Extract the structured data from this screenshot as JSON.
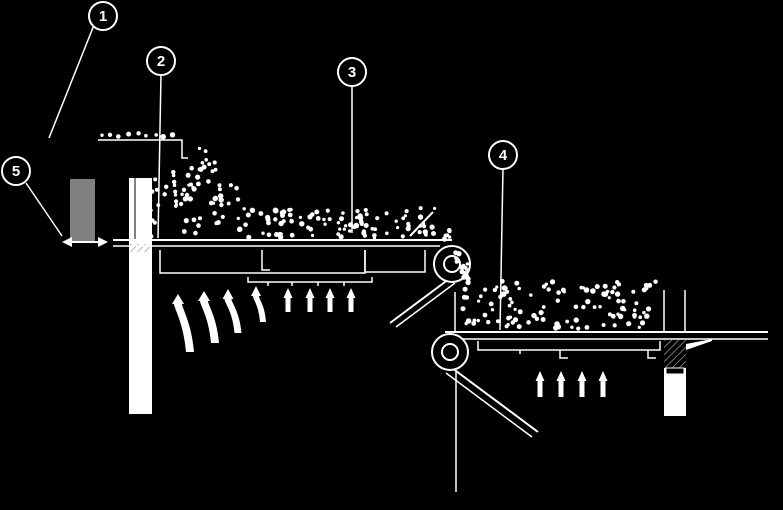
{
  "callouts": [
    {
      "id": "1",
      "label": "1"
    },
    {
      "id": "2",
      "label": "2"
    },
    {
      "id": "3",
      "label": "3"
    },
    {
      "id": "4",
      "label": "4"
    },
    {
      "id": "5",
      "label": "5"
    }
  ],
  "colors": {
    "background": "#000000",
    "line": "#ffffff",
    "gate": "#808080",
    "hatch": "#9a9a9a"
  },
  "icons": [
    "double-arrow-icon",
    "air-flow-arrow-icon",
    "roller-icon",
    "pellet-icon"
  ]
}
